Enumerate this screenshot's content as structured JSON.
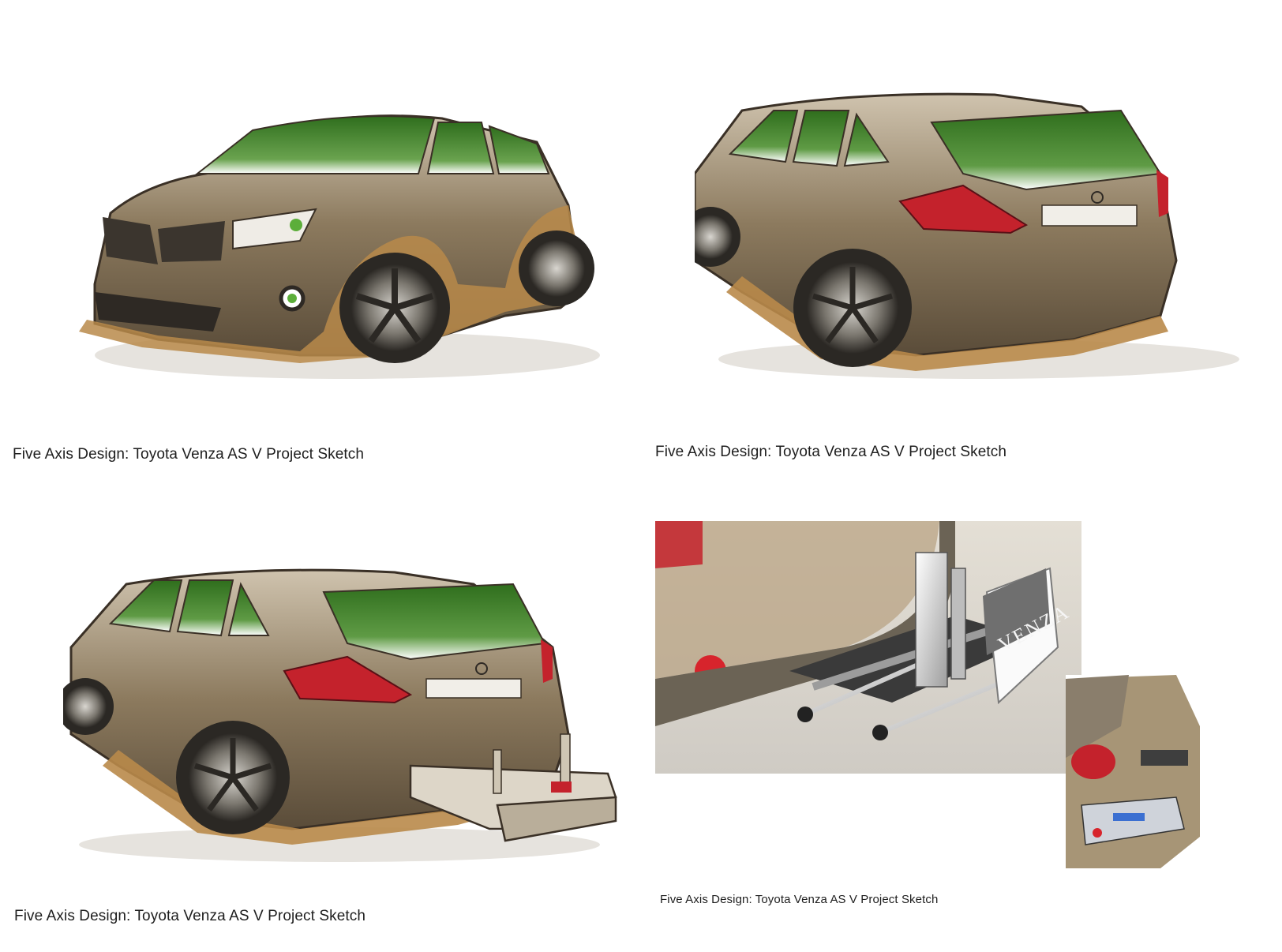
{
  "sheet": {
    "panels": [
      {
        "caption": "Five Axis Design:  Toyota Venza AS V Project Sketch",
        "view": "front three-quarter sketch"
      },
      {
        "caption": "Five Axis Design:  Toyota Venza AS V Project Sketch",
        "view": "rear three-quarter sketch"
      },
      {
        "caption": "Five Axis Design:  Toyota Venza AS V Project Sketch",
        "view": "rear sketch with pull-out cargo tray"
      },
      {
        "caption": "Five Axis Design:  Toyota Venza AS V Project Sketch",
        "view": "hitch bike rack detail render",
        "plate_text": "VENZA"
      }
    ]
  },
  "colors": {
    "body_bronze": "#8c7a5e",
    "cladding_gold": "#b9894a",
    "glass_green": "#3d7a25",
    "tail_red": "#c4222c",
    "caption_text": "#1e1e1e"
  }
}
